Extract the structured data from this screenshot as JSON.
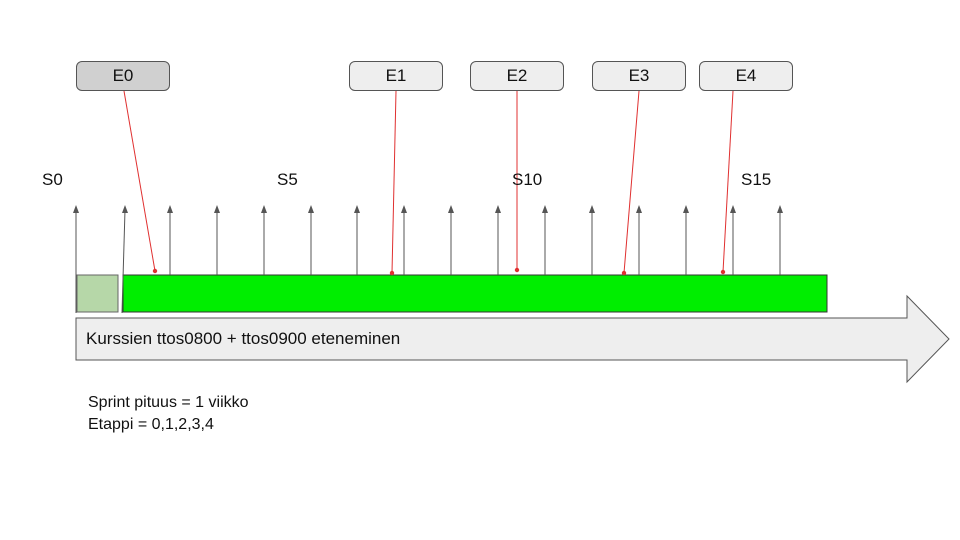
{
  "etapit": [
    {
      "label": "E0",
      "current": true
    },
    {
      "label": "E1",
      "current": false
    },
    {
      "label": "E2",
      "current": false
    },
    {
      "label": "E3",
      "current": false
    },
    {
      "label": "E4",
      "current": false
    }
  ],
  "sprint_labels": [
    "S0",
    "S5",
    "S10",
    "S15"
  ],
  "sprint_count": 16,
  "arrow_text": "Kurssien ttos0800 + ttos0900 eteneminen",
  "notes": [
    "Sprint pituus = 1 viikko",
    "Etappi = 0,1,2,3,4"
  ],
  "colors": {
    "progress_fill": "#00ee00",
    "completed_fill": "#b6d7a8",
    "connector": "#e03030",
    "tick": "#555555",
    "arrow_fill": "#eeeeee"
  }
}
